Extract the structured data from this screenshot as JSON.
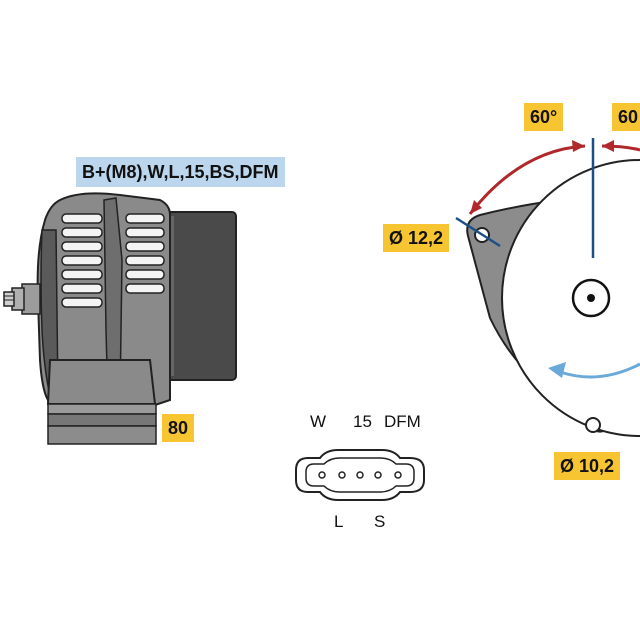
{
  "connection_label": "B+(M8),W,L,15,BS,DFM",
  "length_label": "80",
  "hole_top_label": "Ø 12,2",
  "hole_bottom_label": "Ø 10,2",
  "angle_left_label": "60°",
  "angle_right_label": "60",
  "plug_pins_top": [
    "W",
    "15",
    "DFM"
  ],
  "plug_pins_bottom": [
    "L",
    "S"
  ],
  "colors": {
    "label_yellow": "#f7c531",
    "label_blue": "#bcd6ee",
    "arc_red": "#b0282c",
    "axis_blue": "#1d4f86",
    "rotation_blue": "#6aa9d8",
    "body_gray": "#808080",
    "flange_gray": "#8c8c8c"
  },
  "icons": {
    "rotation": "rotation-arrow-icon",
    "plug": "connector-plug-icon"
  }
}
